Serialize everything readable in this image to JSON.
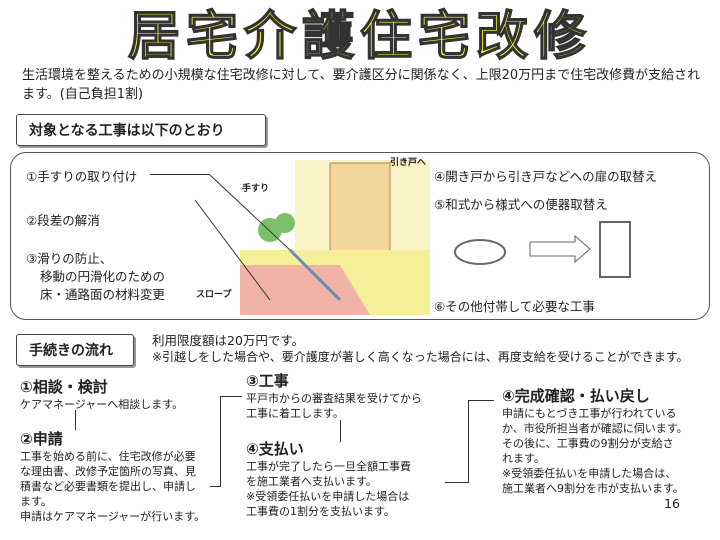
{
  "title": "居宅介護住宅改修",
  "intro": "生活環境を整えるための小規模な住宅改修に対して、要介護区分に関係なく、上限20万円まで住宅改修費が支給されます。(自己負担1割)",
  "section1": {
    "heading": "対象となる工事は以下のとおり",
    "items": [
      "①手すりの取り付け",
      "②段差の解消",
      "③滑りの防止、",
      "移動の円滑化のための",
      "床・通路面の材料変更",
      "④開き戸から引き戸などへの扉の取替え",
      "⑤和式から様式への便器取替え",
      "⑥その他付帯して必要な工事"
    ],
    "labels": {
      "handrail": "手すり",
      "slope": "スロープ",
      "sliding_door": "引き戸へ"
    }
  },
  "section2": {
    "heading": "手続きの流れ",
    "limit": "利用限度額は20万円です。",
    "note": "※引越しをした場合や、要介護度が著しく高くなった場合には、再度支給を受けることができます。"
  },
  "steps": [
    {
      "title": "①相談・検討",
      "body": [
        "ケアマネージャーへ相談します。"
      ]
    },
    {
      "title": "②申請",
      "body": [
        "工事を始める前に、住宅改修が必要",
        "な理由書、改修予定箇所の写真、見",
        "積書など必要書類を提出し、申請し",
        "ます。",
        "申請はケアマネージャーが行います。"
      ]
    },
    {
      "title": "③工事",
      "body": [
        "平戸市からの審査結果を受けてから",
        "工事に着工します。"
      ]
    },
    {
      "title": "④支払い",
      "body": [
        "工事が完了したら一旦全額工事費",
        "を施工業者へ支払います。",
        "※受領委任払いを申請した場合は",
        "工事費の1割分を支払います。"
      ]
    },
    {
      "title": "④完成確認・払い戻し",
      "body": [
        "申請にもとづき工事が行われている",
        "か、市役所担当者が確認に伺います。",
        "その後に、工事費の9割分が支給さ",
        "れます。",
        "※受領委任払いを申請した場合は、",
        "施工業者へ9割分を市が支払います。"
      ]
    }
  ],
  "page_number": "16"
}
